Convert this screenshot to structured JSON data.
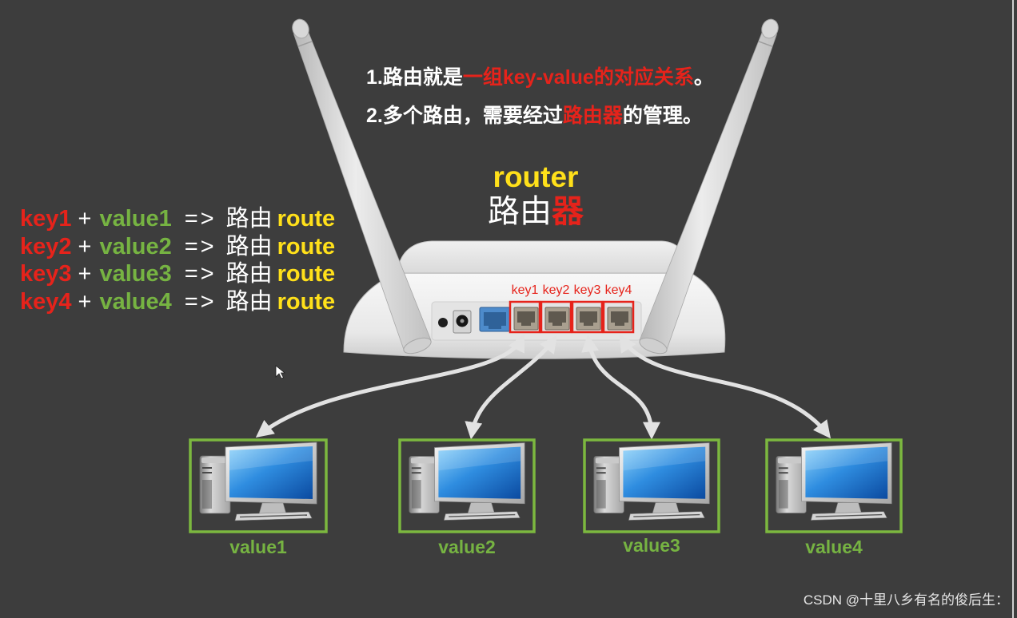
{
  "colors": {
    "background": "#3d3d3d",
    "white": "#ffffff",
    "red": "#e6231b",
    "green": "#76b342",
    "yellow": "#ffe01a",
    "arrow": "#e2e2e2",
    "frame_green": "#7cb83f",
    "watermark": "#e6e6e6"
  },
  "statements": [
    {
      "segments": [
        {
          "text": "1.路由就是",
          "color": "#ffffff"
        },
        {
          "text": "一组key-value的对应关系",
          "color": "#e6231b"
        },
        {
          "text": "。",
          "color": "#ffffff"
        }
      ]
    },
    {
      "segments": [
        {
          "text": "2.多个路由，需要经过",
          "color": "#ffffff"
        },
        {
          "text": "路由器",
          "color": "#e6231b"
        },
        {
          "text": "的管理。",
          "color": "#ffffff"
        }
      ]
    }
  ],
  "router_title": {
    "en": "router",
    "cn_plain": "路由",
    "cn_highlight": "器"
  },
  "mappings": [
    {
      "key": "key1",
      "plus": "+",
      "value": "value1",
      "arrow": "=>",
      "cn": "路由",
      "route": "route"
    },
    {
      "key": "key2",
      "plus": "+",
      "value": "value2",
      "arrow": "=>",
      "cn": "路由",
      "route": "route"
    },
    {
      "key": "key3",
      "plus": "+",
      "value": "value3",
      "arrow": "=>",
      "cn": "路由",
      "route": "route"
    },
    {
      "key": "key4",
      "plus": "+",
      "value": "value4",
      "arrow": "=>",
      "cn": "路由",
      "route": "route"
    }
  ],
  "router": {
    "icon": "router-icon",
    "ports": [
      {
        "label": "key1",
        "highlighted": true
      },
      {
        "label": "key2",
        "highlighted": true
      },
      {
        "label": "key3",
        "highlighted": true
      },
      {
        "label": "key4",
        "highlighted": true
      }
    ]
  },
  "computers": [
    {
      "label": "value1",
      "icon": "computer-icon"
    },
    {
      "label": "value2",
      "icon": "computer-icon"
    },
    {
      "label": "value3",
      "icon": "computer-icon"
    },
    {
      "label": "value4",
      "icon": "computer-icon"
    }
  ],
  "cursor": {
    "icon": "mouse-cursor-icon"
  },
  "watermark": "CSDN @十里八乡有名的俊后生："
}
